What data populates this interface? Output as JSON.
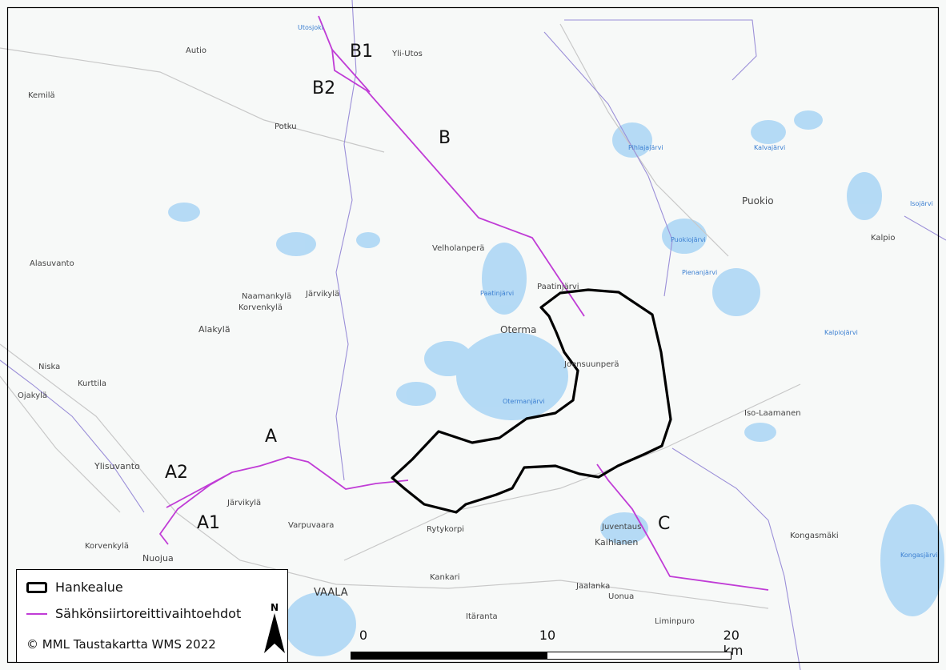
{
  "route_labels": [
    "B1",
    "B2",
    "B",
    "A",
    "A2",
    "A1",
    "C"
  ],
  "place_names": [
    "Autio",
    "Yli-Utos",
    "Kemilä",
    "Potku",
    "Velholanperä",
    "Paatinjärvi",
    "Puokio",
    "Kalpio",
    "Alasuvanto",
    "Järvikylä",
    "Naamankylä",
    "Korvenkylä",
    "Alakylä",
    "Oterma",
    "Joensuunperä",
    "Niska",
    "Kurttila",
    "Ojakylä",
    "Ylisuvanto",
    "Järvikylä",
    "Varpuvaara",
    "Rytykorpi",
    "Juventaus",
    "Kaihlanen",
    "Kongasmäki",
    "Nuojua",
    "Korvenkylä",
    "Kankari",
    "VAALA",
    "Jaalanka",
    "Uonua",
    "Itäranta",
    "Liminpuro",
    "Iso-Laamanen"
  ],
  "water_names": [
    "Utosjoki",
    "Paatinjärvi",
    "Otermanjärvi",
    "Pihlajajärvi",
    "Kalvajärvi",
    "Puokiojärvi",
    "Pienanjärvi",
    "Kalpiojärvi",
    "Isojärvi",
    "Kongasjärvi"
  ],
  "legend": {
    "hankealue": "Hankealue",
    "routes": "Sähkönsiirtoreittivaihtoehdot",
    "copyright": "© MML Taustakartta WMS 2022"
  },
  "north": "N",
  "scale": {
    "t0": "0",
    "t10": "10",
    "t20": "20 km"
  },
  "colors": {
    "route": "#c03cd6",
    "boundary": "#000000",
    "water": "#a9d5f5",
    "admin": "#9b8fd8"
  }
}
